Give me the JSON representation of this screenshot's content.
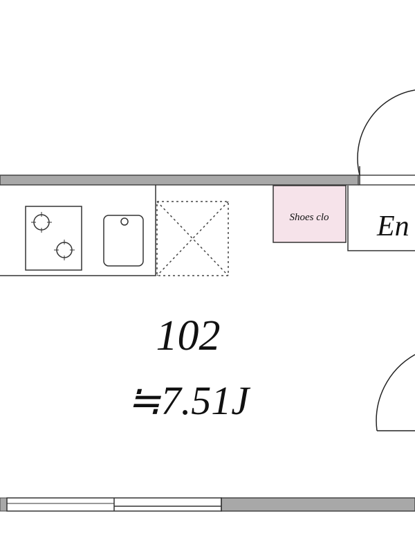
{
  "plan": {
    "room_number": "102",
    "room_area": "≒7.51J",
    "shoes_closet_label": "Shoes clo",
    "entrance_label": "En",
    "colors": {
      "wall": "#a8a8a8",
      "line": "#333333",
      "shoes_closet_fill": "#f6e3ea"
    }
  }
}
